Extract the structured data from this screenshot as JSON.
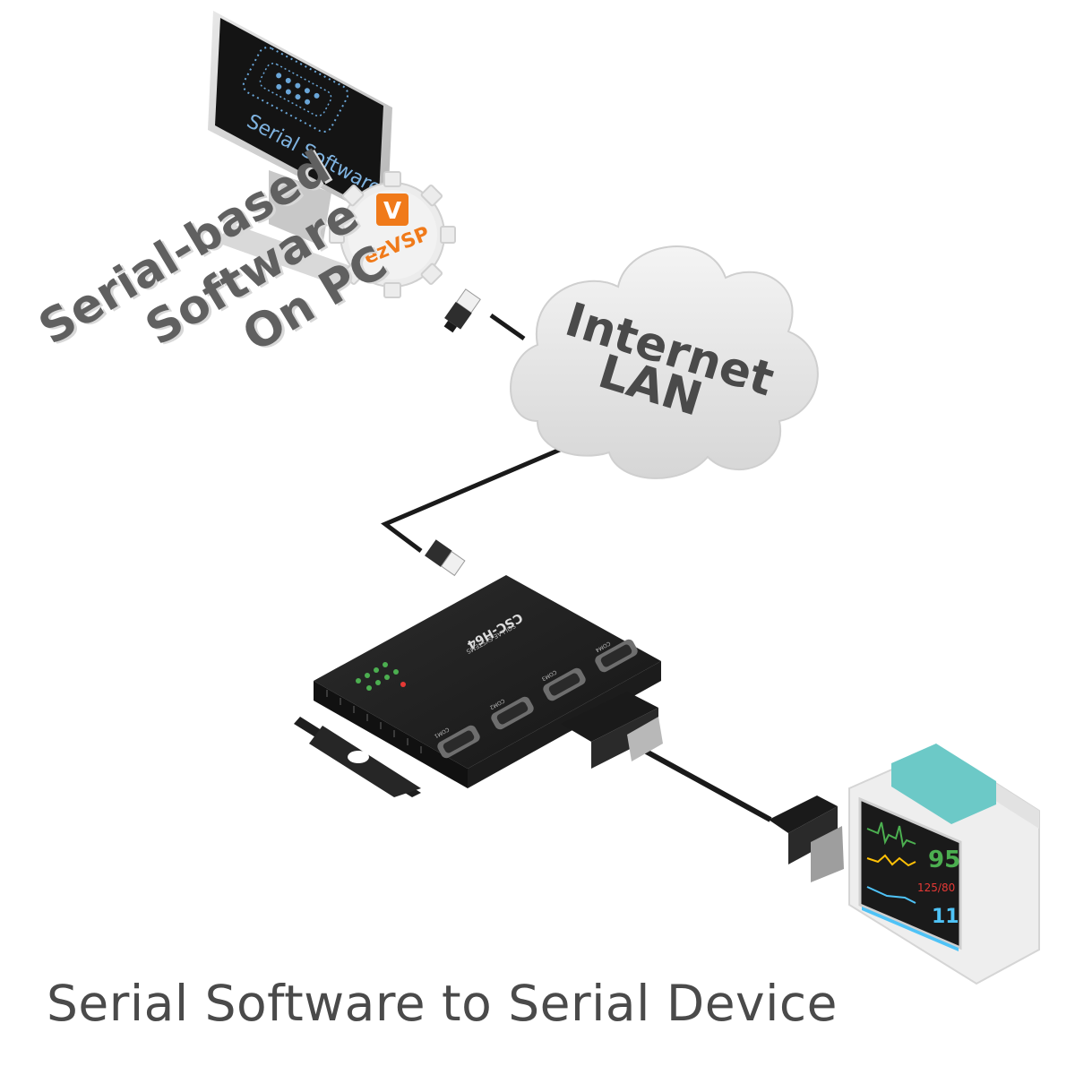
{
  "monitor": {
    "screen_text": "Serial Software"
  },
  "badge": {
    "logo_letter": "V",
    "label": "ezVSP"
  },
  "pc_label": {
    "lines": [
      "Serial-based",
      "Software",
      "On PC"
    ]
  },
  "cloud": {
    "line1": "Internet",
    "line2": "LAN"
  },
  "device": {
    "model": "CSC-H64",
    "brand": "SOLLAE SYSTEMS",
    "ports": [
      "COM1",
      "COM2",
      "COM3",
      "COM4"
    ]
  },
  "medical_monitor": {
    "heart_rate": "95",
    "blood_pressure": "125/80",
    "spo2": "11"
  },
  "caption": "Serial Software to Serial Device",
  "colors": {
    "orange": "#f07a1a",
    "teal": "#6cc9c7",
    "screen_text": "#7fb3e0",
    "gray_text": "#606060"
  }
}
